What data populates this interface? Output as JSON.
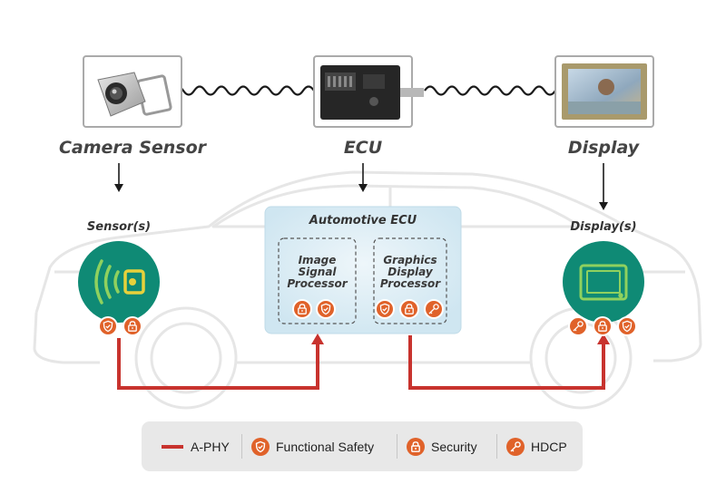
{
  "components": {
    "camera": {
      "label": "Camera Sensor",
      "sub_label": "Sensor(s)"
    },
    "ecu": {
      "label": "ECU",
      "box_title": "Automotive ECU"
    },
    "display": {
      "label": "Display",
      "sub_label": "Display(s)"
    }
  },
  "processors": [
    {
      "label": "Image\nSignal\nProcessor"
    },
    {
      "label": "Graphics\nDisplay\nProcessor"
    }
  ],
  "legend": {
    "aphy": "A-PHY",
    "safety": "Functional Safety",
    "security": "Security",
    "hdcp": "HDCP"
  },
  "colors": {
    "teal": "#0f8a75",
    "orange": "#e0622a",
    "link_red": "#c8332e",
    "ecu_blue": "#d4e9f3",
    "sensor_green": "#8fd15e"
  },
  "icons": [
    "camera-photo-icon",
    "ecu-photo-icon",
    "display-photo-icon",
    "sensor-waves-icon",
    "screen-icon",
    "shield-icon",
    "lock-icon",
    "key-icon"
  ]
}
